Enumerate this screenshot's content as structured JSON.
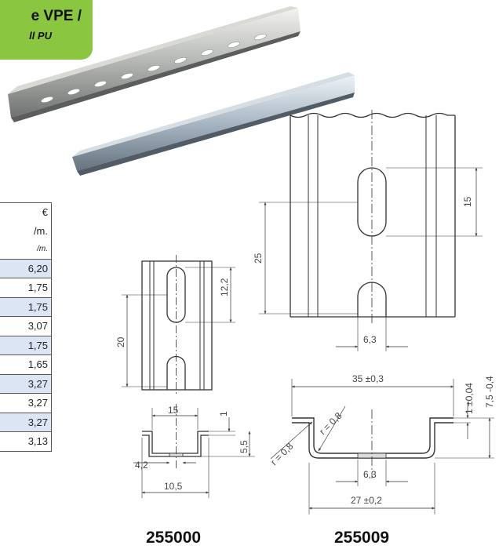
{
  "badge": {
    "line1": "e VPE /",
    "line2": "ll PU"
  },
  "price_table": {
    "header": [
      "€",
      "/m.",
      "/m."
    ],
    "prices": [
      "6,20",
      "1,75",
      "1,75",
      "3,07",
      "1,75",
      "1,65",
      "3,27",
      "3,27",
      "3,27",
      "3,13"
    ]
  },
  "drawing_left": {
    "dim_12_2": "12,2",
    "dim_20": "20",
    "dim_15": "15",
    "dim_1": "1",
    "dim_5_5": "5,5",
    "dim_4_2": "4,2",
    "dim_10_5": "10,5",
    "code": "255000"
  },
  "drawing_right": {
    "dim_15": "15",
    "dim_25": "25",
    "dim_6_3_top": "6,3",
    "dim_35": "35 ±0,3",
    "dim_1_004": "1 ±0,04",
    "dim_7_5": "7,5 -0,4",
    "r1": "r = 0,8",
    "r2": "r = 0,8",
    "dim_6_3_bottom": "6,3",
    "dim_27": "27 ±0,2",
    "code": "255009"
  },
  "colors": {
    "badge": "#8ac63f",
    "row_shade": "#dbe5f3"
  }
}
